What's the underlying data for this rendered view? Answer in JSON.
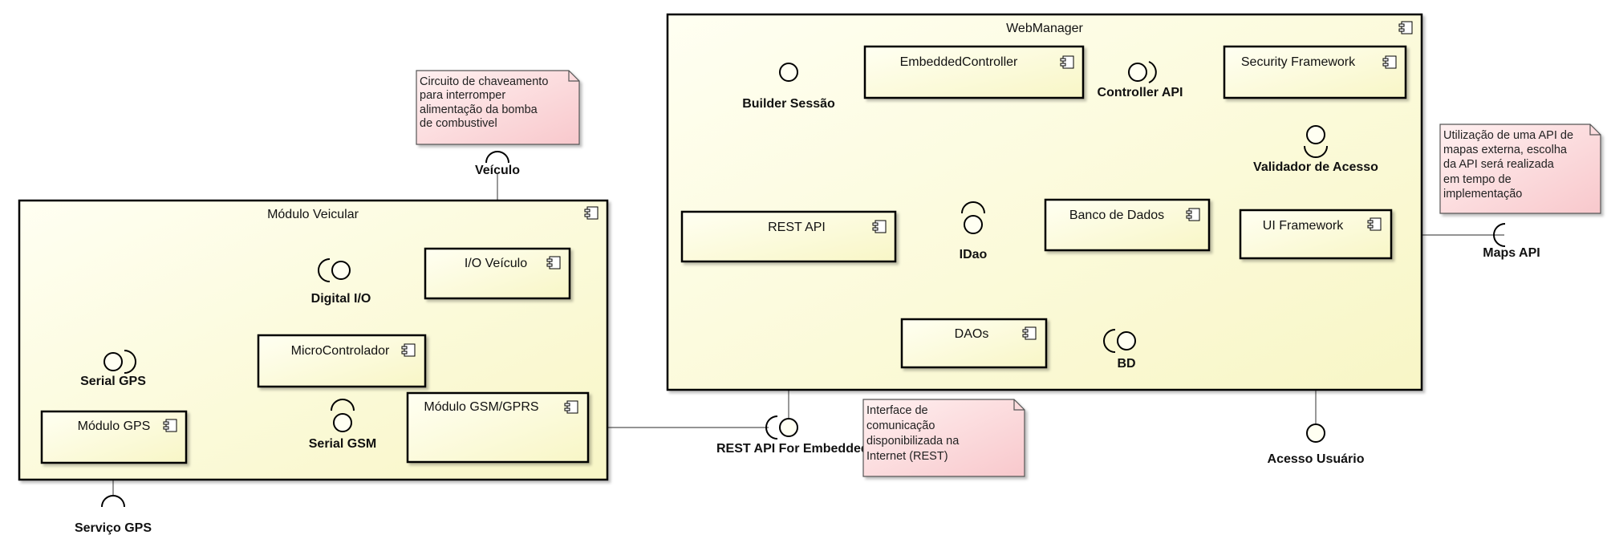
{
  "containers": {
    "webmanager": "WebManager",
    "modulo_veicular": "Módulo Veicular"
  },
  "components": {
    "embedded_controller": "EmbeddedController",
    "security_framework": "Security Framework",
    "rest_api": "REST API",
    "banco_dados": "Banco de Dados",
    "ui_framework": "UI Framework",
    "daos": "DAOs",
    "io_veiculo": "I/O Veículo",
    "microcontrolador": "MicroControlador",
    "modulo_gps": "Módulo GPS",
    "modulo_gsm": "Módulo GSM/GPRS"
  },
  "interfaces": {
    "builder_sessao": "Builder Sessão",
    "controller_api": "Controller API",
    "validador_acesso": "Validador de Acesso",
    "idao": "IDao",
    "bd": "BD",
    "maps_api": "Maps API",
    "acesso_usuario": "Acesso Usuário",
    "rest_api_embedded": "REST API For Embedded",
    "veiculo": "Veículo",
    "digital_io": "Digital I/O",
    "serial_gps": "Serial GPS",
    "serial_gsm": "Serial GSM",
    "servico_gps": "Serviço GPS"
  },
  "notes": {
    "circuito": [
      "Circuito de chaveamento",
      "para interromper",
      "alimentação da bomba",
      "de combustivel"
    ],
    "mapas": [
      "Utilização de uma API de",
      "mapas externa, escolha",
      "da API será realizada",
      "em tempo de",
      "implementação"
    ],
    "interface": [
      "Interface de",
      "comunicação",
      "disponibilizada na",
      "Internet (REST)"
    ]
  },
  "colors": {
    "component_fill": "#fefee8",
    "component_gradient_end": "#f8f6c8",
    "note_fill": "#fbd9dc",
    "stroke": "#000000",
    "line": "#555555"
  }
}
